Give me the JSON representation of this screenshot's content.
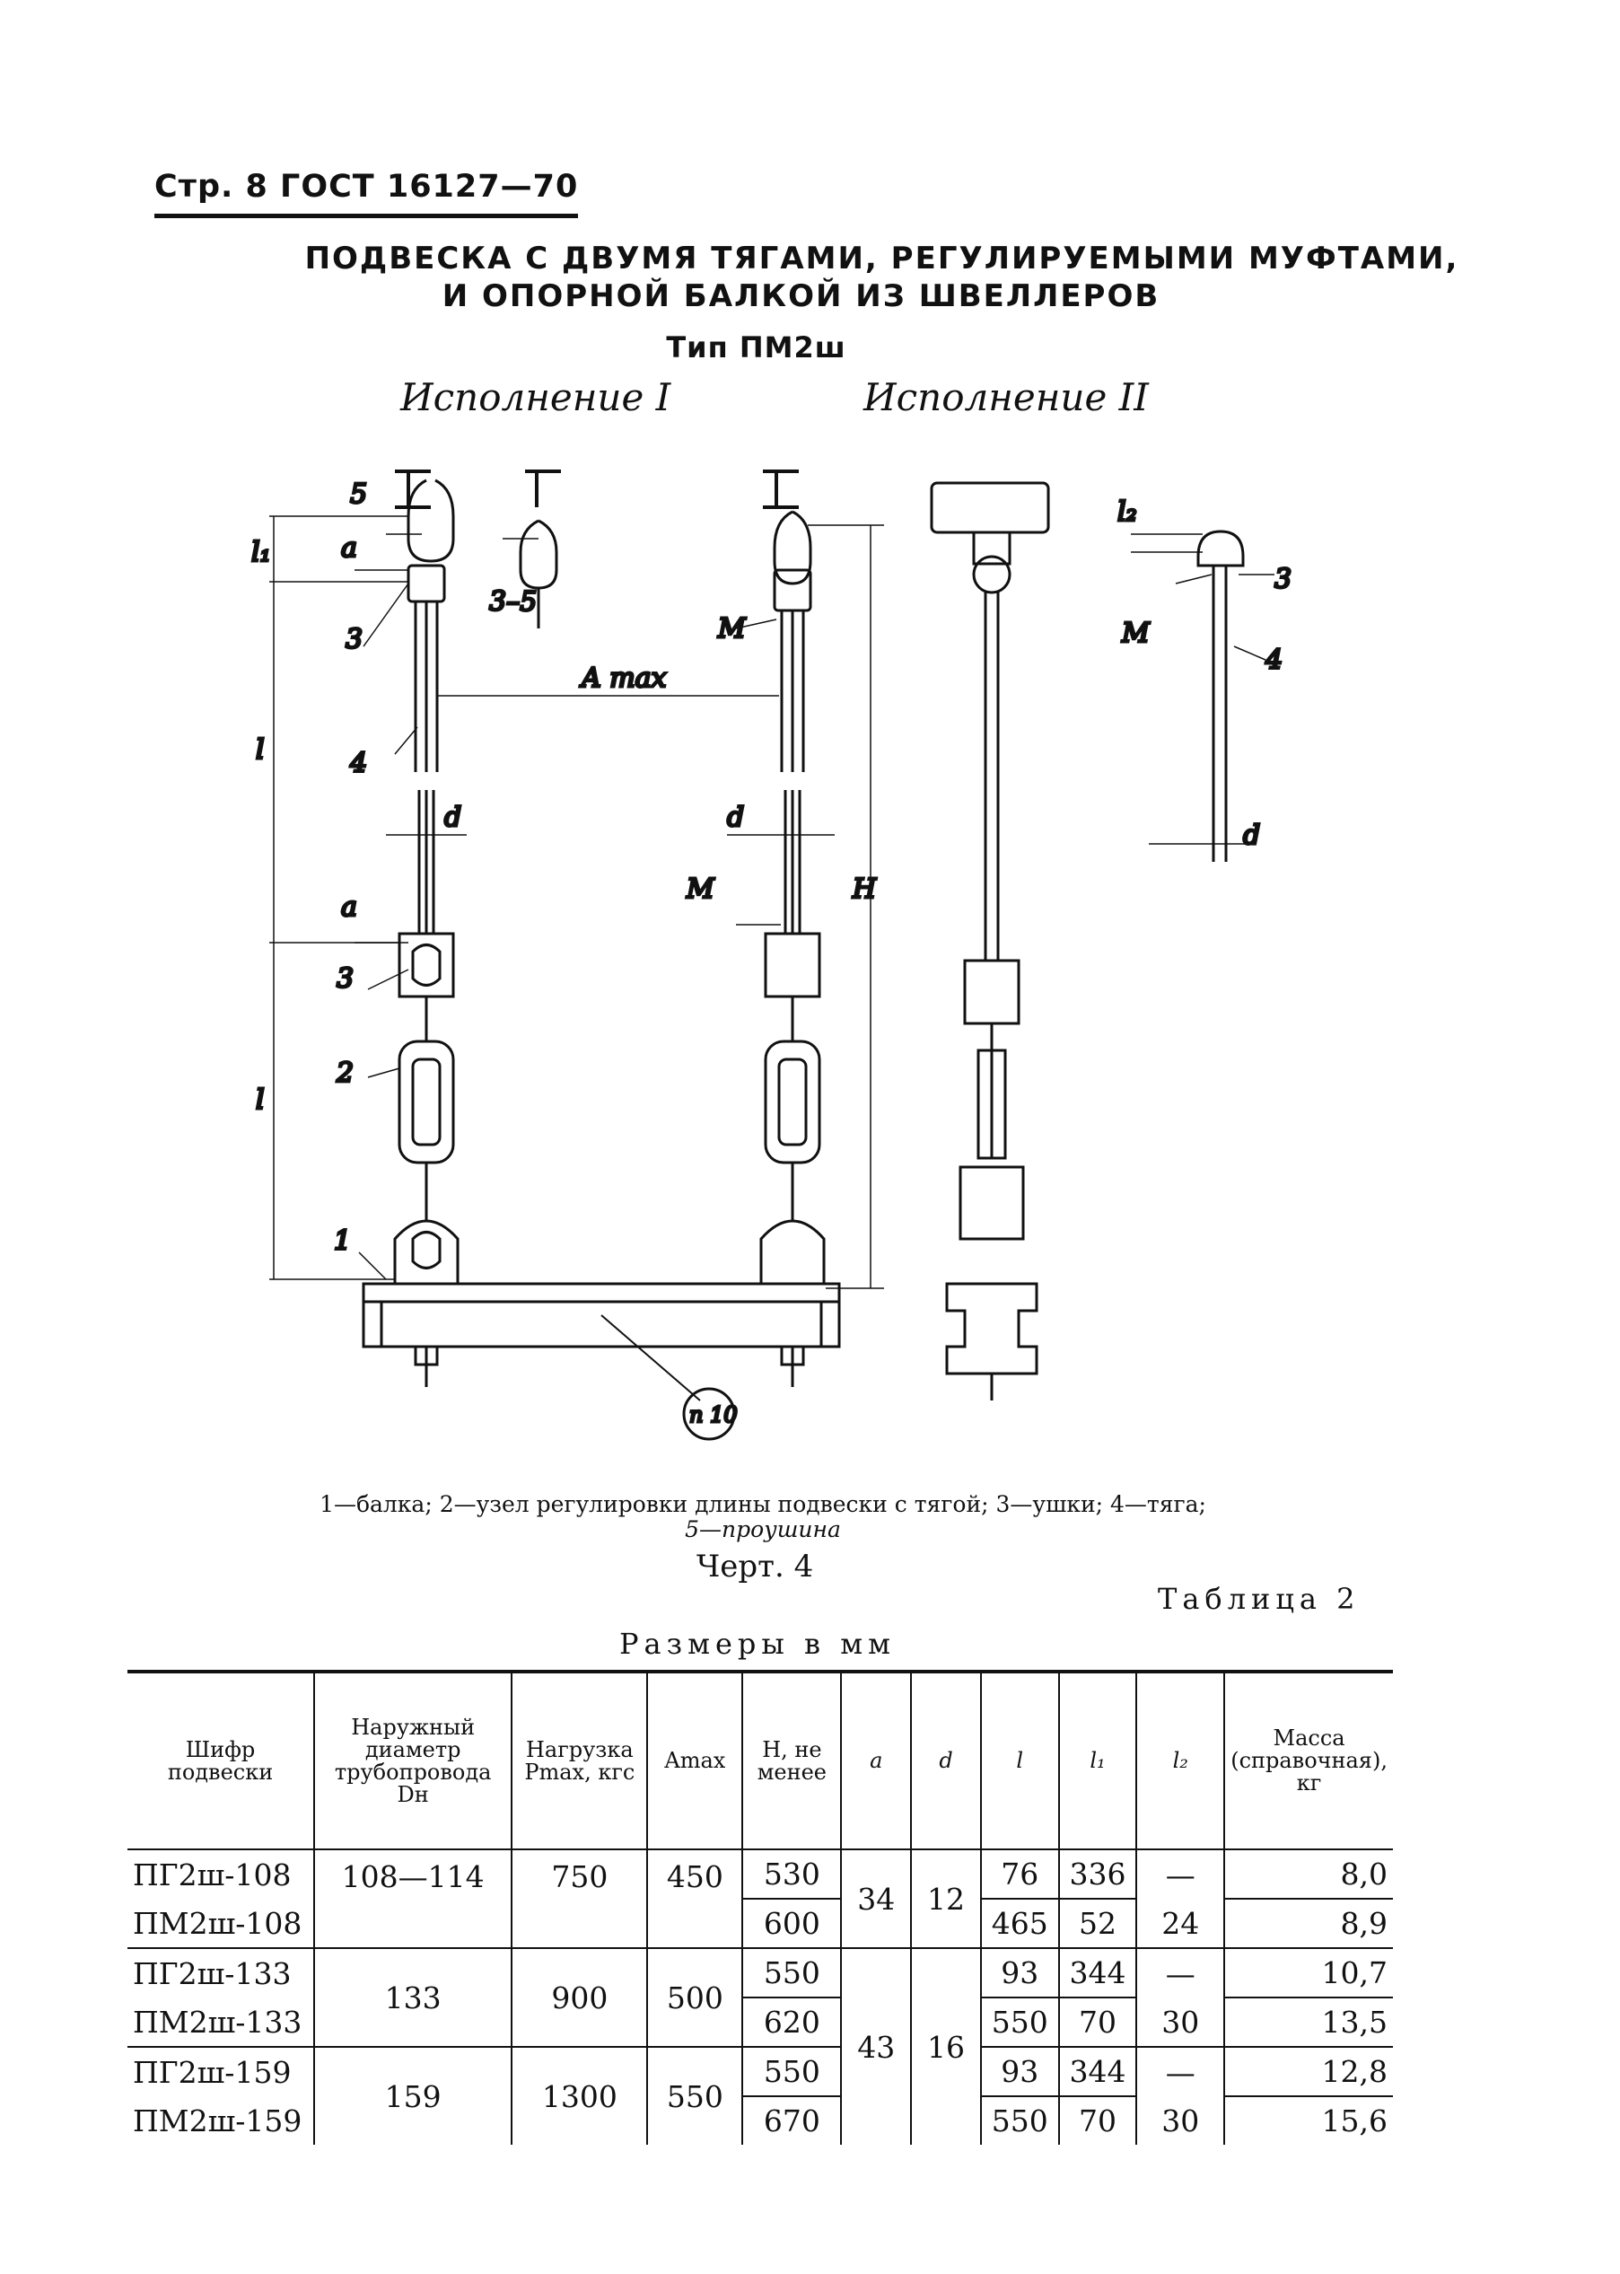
{
  "header": {
    "page_label": "Стр. 8 ГОСТ 16127—70"
  },
  "title": {
    "line1": "ПОДВЕСКА С ДВУМЯ ТЯГАМИ, РЕГУЛИРУЕМЫМИ МУФТАМИ,",
    "line2": "И ОПОРНОЙ БАЛКОЙ ИЗ ШВЕЛЛЕРОВ",
    "type": "Тип ПМ2ш"
  },
  "variants": {
    "first": "Исполнение I",
    "second": "Исполнение II"
  },
  "drawing": {
    "labels": {
      "pos5": "5",
      "pos3": "3",
      "pos4": "4",
      "pos2": "2",
      "pos1": "1",
      "l1": "l₁",
      "l2": "l₂",
      "a": "a",
      "d": "d",
      "l": "l",
      "three_five": "3–5",
      "amax": "A max",
      "m": "M",
      "h": "H",
      "n10": "п 10"
    }
  },
  "legend": {
    "line1": "1—балка; 2—узел регулировки длины подвески с тягой; 3—ушки; 4—тяга;",
    "line2": "5—проушина"
  },
  "figure_caption": "Черт. 4",
  "table_title": "Таблица 2",
  "units": "Размеры в мм",
  "table": {
    "headers": {
      "code": "Шифр подвески",
      "diameter": "Наружный диаметр трубопровода Dн",
      "load": "Нагрузка Pmax, кгс",
      "amax": "Amax",
      "h": "H, не менее",
      "a": "a",
      "d": "d",
      "l": "l",
      "l1": "l₁",
      "l2": "l₂",
      "mass": "Масса (справочная), кг"
    },
    "rows": [
      {
        "code": "ПГ2ш-108",
        "diameter": "108—114",
        "load": "750",
        "amax": "450",
        "h": "530",
        "a": "34",
        "d": "12",
        "l": "76",
        "l1": "336",
        "l2": "—",
        "mass": "8,0"
      },
      {
        "code": "ПМ2ш-108",
        "h": "600",
        "l": "465",
        "l1": "52",
        "l2": "24",
        "mass": "8,9"
      },
      {
        "code": "ПГ2ш-133",
        "diameter": "133",
        "load": "900",
        "amax": "500",
        "h": "550",
        "a": "43",
        "d": "16",
        "l": "93",
        "l1": "344",
        "l2": "—",
        "mass": "10,7"
      },
      {
        "code": "ПМ2ш-133",
        "h": "620",
        "l": "550",
        "l1": "70",
        "l2": "30",
        "mass": "13,5"
      },
      {
        "code": "ПГ2ш-159",
        "diameter": "159",
        "load": "1300",
        "amax": "550",
        "h": "550",
        "l": "93",
        "l1": "344",
        "l2": "—",
        "mass": "12,8"
      },
      {
        "code": "ПМ2ш-159",
        "h": "670",
        "l": "550",
        "l1": "70",
        "l2": "30",
        "mass": "15,6"
      }
    ]
  }
}
